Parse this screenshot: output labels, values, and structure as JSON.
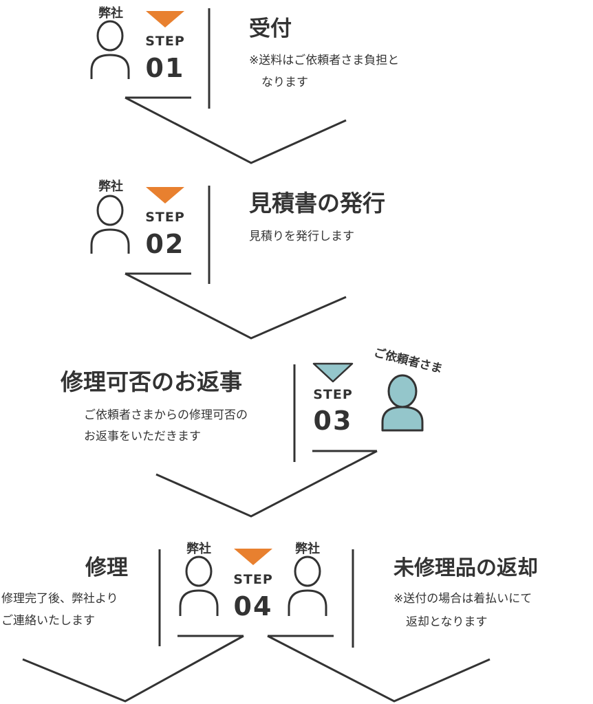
{
  "colors": {
    "accent_company": "#e8802f",
    "accent_client": "#94c6cb",
    "line": "#333333",
    "text": "#333333"
  },
  "steps": [
    {
      "step_label": "STEP",
      "number": "01",
      "actor": "弊社",
      "title": "受付",
      "description_lines": [
        "※送料はご依頼者さま負担と",
        "なります"
      ]
    },
    {
      "step_label": "STEP",
      "number": "02",
      "actor": "弊社",
      "title": "見積書の発行",
      "description_lines": [
        "見積りを発行します"
      ]
    },
    {
      "step_label": "STEP",
      "number": "03",
      "actor": "ご依頼者さま",
      "title": "修理可否のお返事",
      "description_lines": [
        "ご依頼者さまからの修理可否の",
        "お返事をいただきます"
      ]
    },
    {
      "step_label": "STEP",
      "number": "04",
      "actor_left": "弊社",
      "actor_right": "弊社",
      "branches": [
        {
          "title": "修理",
          "description_lines": [
            "修理完了後、弊社より",
            "ご連絡いたします"
          ]
        },
        {
          "title": "未修理品の返却",
          "description_lines": [
            "※送付の場合は着払いにて",
            "返却となります"
          ]
        }
      ]
    }
  ]
}
